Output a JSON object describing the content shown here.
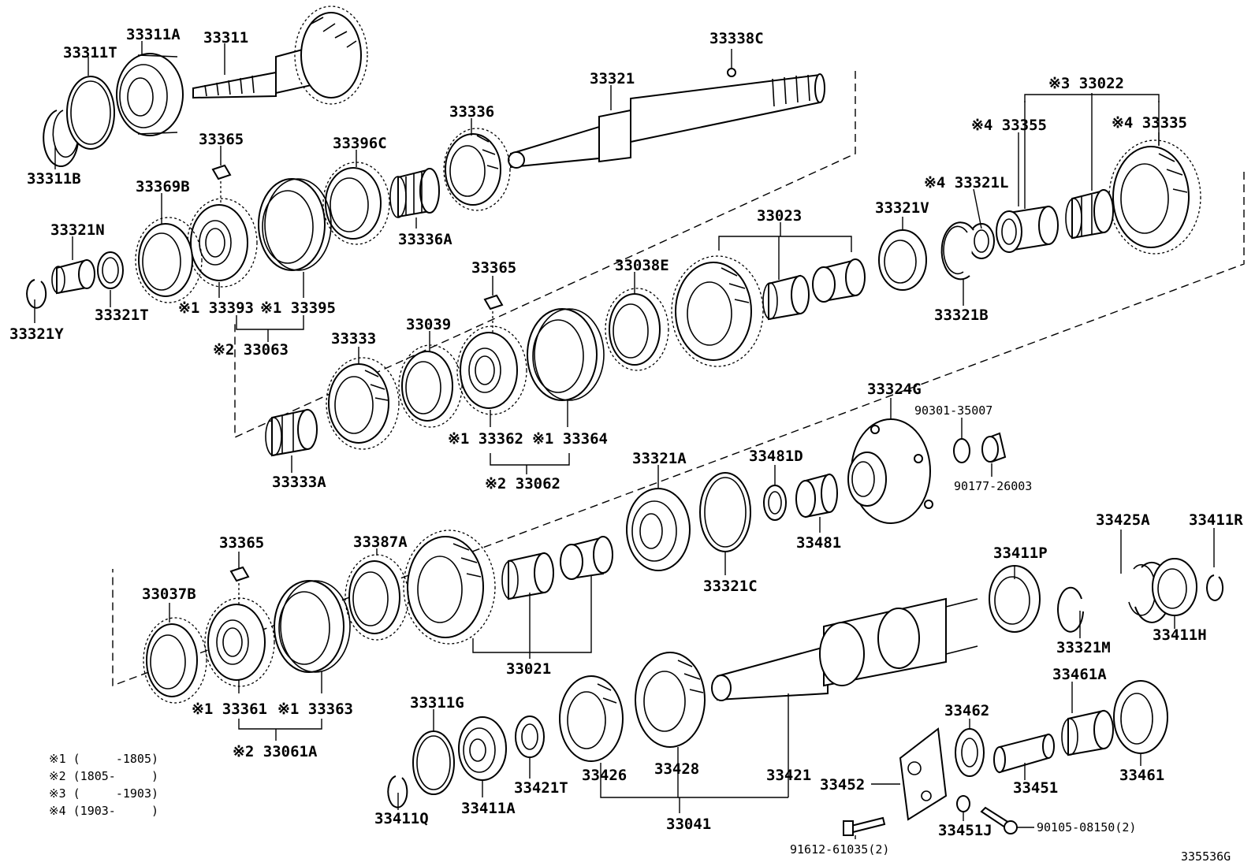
{
  "diagram_id": "335536G",
  "labels": {
    "p33311A": "33311A",
    "p33311": "33311",
    "p33311T": "33311T",
    "p33311B": "33311B",
    "p33338C": "33338C",
    "p33321": "33321",
    "p33336": "33336",
    "p33336A": "33336A",
    "p33396C": "33396C",
    "p33365a": "33365",
    "p33369B": "33369B",
    "p33321N": "33321N",
    "p33321T": "33321T",
    "p33321Y": "33321Y",
    "p33393": "※1 33393",
    "p33395": "※1 33395",
    "p33063": "※2 33063",
    "p33022": "※3 33022",
    "p33355": "※4 33355",
    "p33335": "※4 33335",
    "p33321L": "※4 33321L",
    "p33023": "33023",
    "p33321V": "33321V",
    "p33321B": "33321B",
    "p33038E": "33038E",
    "p33365b": "33365",
    "p33039": "33039",
    "p33333": "33333",
    "p33333A": "33333A",
    "p33362": "※1 33362",
    "p33364": "※1 33364",
    "p33062": "※2 33062",
    "p33324G": "33324G",
    "p90301": "90301-35007",
    "p90177": "90177-26003",
    "p33321A": "33321A",
    "p33481D": "33481D",
    "p33481": "33481",
    "p33321C": "33321C",
    "p33365c": "33365",
    "p33387A": "33387A",
    "p33037B": "33037B",
    "p33021": "33021",
    "p33361": "※1 33361",
    "p33363": "※1 33363",
    "p33061A": "※2 33061A",
    "p33411P": "33411P",
    "p33425A": "33425A",
    "p33411R": "33411R",
    "p33321M": "33321M",
    "p33411H": "33411H",
    "p33311G": "33311G",
    "p33411Q": "33411Q",
    "p33411A": "33411A",
    "p33421T": "33421T",
    "p33426": "33426",
    "p33428": "33428",
    "p33421": "33421",
    "p33041": "33041",
    "p33452": "33452",
    "p33462": "33462",
    "p33451": "33451",
    "p33451J": "33451J",
    "p33461A": "33461A",
    "p33461": "33461",
    "p90105": "90105-08150(2)",
    "p91612": "91612-61035(2)"
  },
  "notes": [
    "※1 (     -1805)",
    "※2 (1805-     )",
    "※3 (     -1903)",
    "※4 (1903-     )"
  ]
}
